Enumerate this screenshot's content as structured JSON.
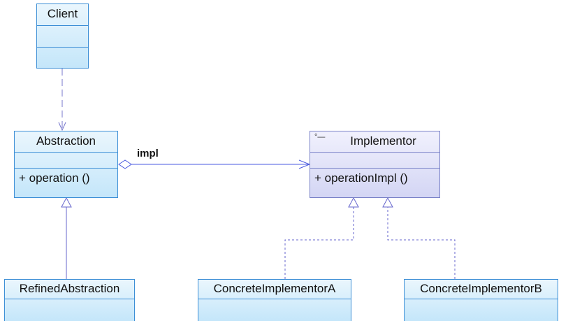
{
  "colors": {
    "class_border": "#3d8fd6",
    "interface_border": "#7a82c8",
    "connector": "#6666cc",
    "solid_connector": "#4a5ae0"
  },
  "classes": {
    "client": {
      "name": "Client"
    },
    "abstraction": {
      "name": "Abstraction",
      "operation": "+ operation ()"
    },
    "implementor": {
      "stereotype_glyph": "°—",
      "name": "Implementor",
      "operation": "+ operationImpl ()"
    },
    "refined_abstraction": {
      "name": "RefinedAbstraction"
    },
    "concrete_a": {
      "name": "ConcreteImplementorA"
    },
    "concrete_b": {
      "name": "ConcreteImplementorB"
    }
  },
  "relations": {
    "aggregation_label": "impl"
  }
}
